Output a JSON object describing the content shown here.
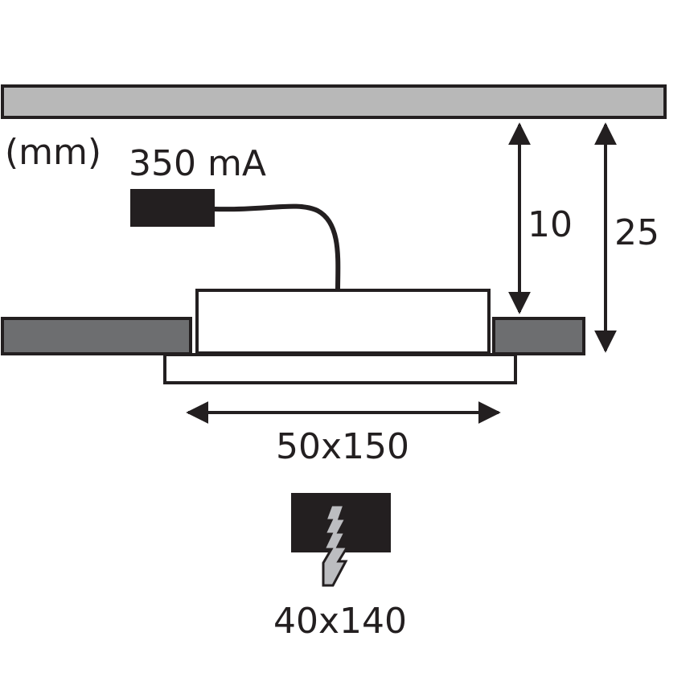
{
  "labels": {
    "unit": "(mm)",
    "current": "350 mA",
    "gap_dimension": "10",
    "total_depth": "25",
    "fixture_size": "50x150",
    "cutout_size": "40x140"
  },
  "colors": {
    "stroke": "#231f20",
    "ceiling_fill": "#b8b8b8",
    "panel_fill": "#6d6e70",
    "connector_fill": "#231f20",
    "fixture_fill": "#ffffff"
  },
  "icons": {
    "cutout": "saw-cut-icon"
  }
}
